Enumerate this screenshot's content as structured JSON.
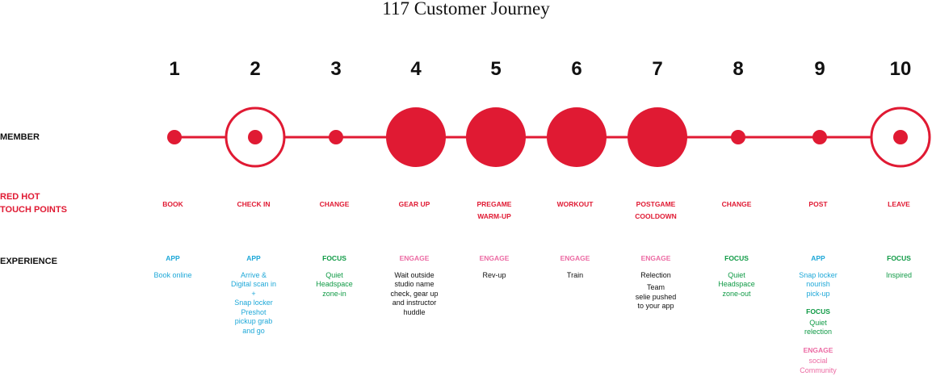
{
  "title": "117 Customer Journey",
  "row_labels": {
    "member": "MEMBER",
    "touch_points_line1": "RED HOT",
    "touch_points_line2": "TOUCH POINTS",
    "experience": "EXPERIENCE"
  },
  "colors": {
    "red": "#e01a33",
    "app": "#1ea8d8",
    "focus": "#0f9a45",
    "engage": "#ec6aa3",
    "text": "#111111"
  },
  "steps": [
    {
      "num": "1",
      "marker": "small",
      "touch": [
        "BOOK"
      ],
      "exp": {
        "cat": "APP",
        "cat_color": "app",
        "text_color": "app",
        "lines": [
          "Book online"
        ]
      }
    },
    {
      "num": "2",
      "marker": "ring",
      "touch": [
        "CHECK IN"
      ],
      "exp": {
        "cat": "APP",
        "cat_color": "app",
        "text_color": "app",
        "lines": [
          "Arrive &",
          "Digital scan in",
          "+",
          "Snap locker",
          "Preshot",
          "pickup grab",
          "and go"
        ]
      }
    },
    {
      "num": "3",
      "marker": "small",
      "touch": [
        "CHANGE"
      ],
      "exp": {
        "cat": "FOCUS",
        "cat_color": "focus",
        "text_color": "focus",
        "lines": [
          "Quiet",
          "Headspace",
          "zone-in"
        ]
      }
    },
    {
      "num": "4",
      "marker": "large",
      "touch": [
        "GEAR UP"
      ],
      "exp": {
        "cat": "ENGAGE",
        "cat_color": "engage",
        "text_color": "default",
        "lines": [
          "Wait outside",
          "studio name",
          "check, gear up",
          "and instructor",
          "huddle"
        ]
      }
    },
    {
      "num": "5",
      "marker": "large",
      "touch": [
        "PREGAME",
        "WARM-UP"
      ],
      "exp": {
        "cat": "ENGAGE",
        "cat_color": "engage",
        "text_color": "default",
        "lines": [
          "Rev-up"
        ]
      }
    },
    {
      "num": "6",
      "marker": "large",
      "touch": [
        "WORKOUT"
      ],
      "exp": {
        "cat": "ENGAGE",
        "cat_color": "engage",
        "text_color": "default",
        "lines": [
          "Train"
        ]
      }
    },
    {
      "num": "7",
      "marker": "large",
      "touch": [
        "POSTGAME",
        "COOLDOWN"
      ],
      "exp": {
        "cat": "ENGAGE",
        "cat_color": "engage",
        "text_color": "default",
        "lines": [
          "Relection",
          "",
          "Team",
          "selie pushed",
          "to your app"
        ]
      }
    },
    {
      "num": "8",
      "marker": "small",
      "touch": [
        "CHANGE"
      ],
      "exp": {
        "cat": "FOCUS",
        "cat_color": "focus",
        "text_color": "focus",
        "lines": [
          "Quiet",
          "Headspace",
          "zone-out"
        ]
      }
    },
    {
      "num": "9",
      "marker": "small",
      "touch": [
        "POST"
      ],
      "exp": {
        "cat": "APP",
        "cat_color": "app",
        "text_color": "app",
        "lines": [
          "Snap locker",
          "nourish",
          "pick-up"
        ],
        "extra": [
          {
            "cat": "FOCUS",
            "cat_color": "focus",
            "text_color": "focus",
            "lines": [
              "Quiet",
              "relection"
            ]
          },
          {
            "cat": "ENGAGE",
            "cat_color": "engage",
            "text_color": "engage",
            "lines": [
              "social",
              "Community"
            ]
          }
        ]
      }
    },
    {
      "num": "10",
      "marker": "ring",
      "touch": [
        "LEAVE"
      ],
      "exp": {
        "cat": "FOCUS",
        "cat_color": "focus",
        "text_color": "focus",
        "lines": [
          "Inspired"
        ]
      }
    }
  ]
}
